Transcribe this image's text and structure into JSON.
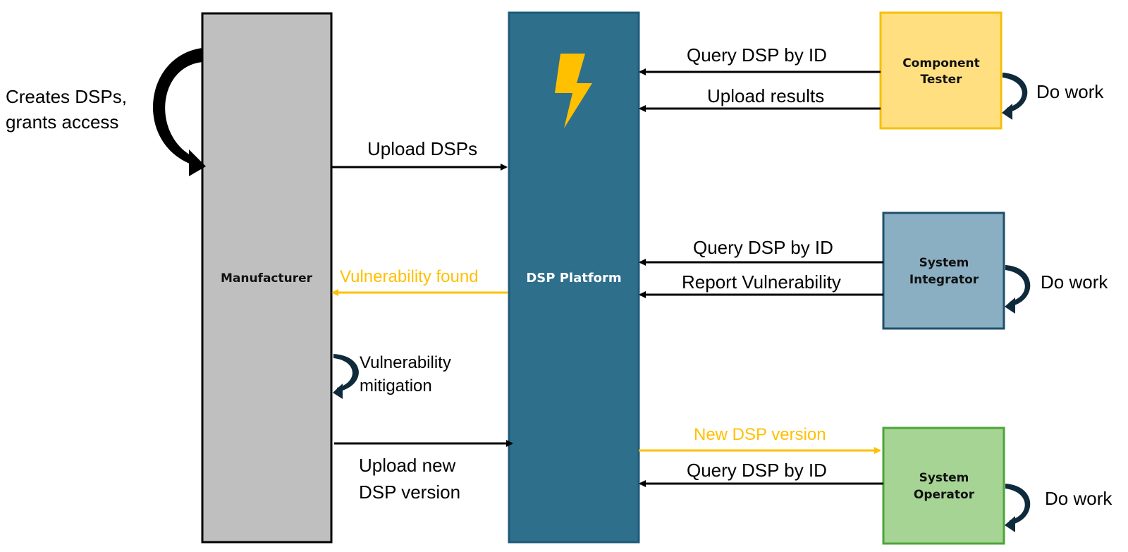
{
  "diagram": {
    "colors": {
      "manufacturer_fill": "#bfbfbf",
      "platform_fill": "#2e6f8c",
      "platform_border": "#1d5a7a",
      "tester_fill": "#ffdf80",
      "tester_border": "#f5c00a",
      "integrator_fill": "#8aafc2",
      "integrator_border": "#1f4f6e",
      "operator_fill": "#a6d494",
      "operator_border": "#4ea33a",
      "highlight": "#ffc000",
      "arrow": "#000000",
      "self_loop": "#0f2a3a"
    },
    "nodes": {
      "manufacturer": {
        "label": "Manufacturer"
      },
      "platform": {
        "label": "DSP Platform",
        "icon": "lightning-bolt-icon"
      },
      "tester": {
        "label_line1": "Component",
        "label_line2": "Tester"
      },
      "integrator": {
        "label_line1": "System",
        "label_line2": "Integrator"
      },
      "operator": {
        "label_line1": "System",
        "label_line2": "Operator"
      }
    },
    "self_loops": {
      "manufacturer_create_line1": "Creates DSPs,",
      "manufacturer_create_line2": "grants access",
      "manufacturer_mitigation_line1": "Vulnerability",
      "manufacturer_mitigation_line2": "mitigation",
      "tester_work": "Do work",
      "integrator_work": "Do work",
      "operator_work": "Do work"
    },
    "edges": {
      "upload_dsps": "Upload DSPs",
      "vulnerability_found": "Vulnerability found",
      "upload_new_line1": "Upload new",
      "upload_new_line2": "DSP version",
      "tester_query": "Query DSP by ID",
      "tester_upload_results": "Upload results",
      "integrator_query": "Query DSP by ID",
      "integrator_report": "Report Vulnerability",
      "operator_new_version": "New DSP version",
      "operator_query": "Query DSP by ID"
    }
  }
}
